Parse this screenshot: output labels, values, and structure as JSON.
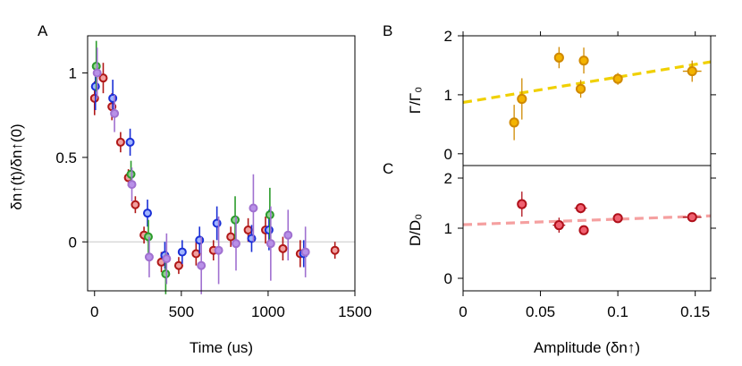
{
  "chart_data": [
    {
      "panel": "A",
      "type": "scatter",
      "xlabel": "Time (us)",
      "ylabel": "δn↑(t)/δn↑(0)",
      "xlim": [
        -40,
        1500
      ],
      "ylim": [
        -0.29,
        1.22
      ],
      "xticks": [
        0,
        500,
        1000,
        1500
      ],
      "xtick_labels": [
        "0",
        "500",
        "1000",
        "1500"
      ],
      "yticks": [
        0,
        0.5,
        1
      ],
      "ytick_labels": [
        "0",
        "0.5",
        "1"
      ],
      "reference_line": 0,
      "series": [
        {
          "color": "#b01818",
          "points": [
            {
              "x": 0,
              "y": 0.85,
              "err": 0.1
            },
            {
              "x": 50,
              "y": 0.97,
              "err": 0.09
            },
            {
              "x": 100,
              "y": 0.8,
              "err": 0.08
            },
            {
              "x": 150,
              "y": 0.59,
              "err": 0.06
            },
            {
              "x": 195,
              "y": 0.38,
              "err": 0.05
            },
            {
              "x": 235,
              "y": 0.22,
              "err": 0.05
            },
            {
              "x": 285,
              "y": 0.04,
              "err": 0.05
            },
            {
              "x": 385,
              "y": -0.12,
              "err": 0.06
            },
            {
              "x": 485,
              "y": -0.14,
              "err": 0.05
            },
            {
              "x": 585,
              "y": -0.07,
              "err": 0.07
            },
            {
              "x": 685,
              "y": -0.05,
              "err": 0.06
            },
            {
              "x": 785,
              "y": 0.03,
              "err": 0.06
            },
            {
              "x": 885,
              "y": 0.07,
              "err": 0.07
            },
            {
              "x": 985,
              "y": 0.07,
              "err": 0.08
            },
            {
              "x": 1085,
              "y": -0.04,
              "err": 0.07
            },
            {
              "x": 1185,
              "y": -0.07,
              "err": 0.08
            },
            {
              "x": 1385,
              "y": -0.05,
              "err": 0.05
            }
          ]
        },
        {
          "color": "#1a2fd6",
          "points": [
            {
              "x": 5,
              "y": 0.92,
              "err": 0.14
            },
            {
              "x": 105,
              "y": 0.85,
              "err": 0.11
            },
            {
              "x": 205,
              "y": 0.59,
              "err": 0.08
            },
            {
              "x": 305,
              "y": 0.17,
              "err": 0.08
            },
            {
              "x": 405,
              "y": -0.08,
              "err": 0.08
            },
            {
              "x": 505,
              "y": -0.06,
              "err": 0.07
            },
            {
              "x": 605,
              "y": 0.01,
              "err": 0.08
            },
            {
              "x": 705,
              "y": 0.11,
              "err": 0.1
            },
            {
              "x": 905,
              "y": 0.02,
              "err": 0.08
            },
            {
              "x": 1005,
              "y": 0.07,
              "err": 0.12
            },
            {
              "x": 1205,
              "y": -0.07,
              "err": 0.08
            }
          ]
        },
        {
          "color": "#2a9b2a",
          "points": [
            {
              "x": 10,
              "y": 1.04,
              "err": 0.15
            },
            {
              "x": 210,
              "y": 0.4,
              "err": 0.08
            },
            {
              "x": 310,
              "y": 0.03,
              "err": 0.1
            },
            {
              "x": 410,
              "y": -0.19,
              "err": 0.12
            },
            {
              "x": 810,
              "y": 0.13,
              "err": 0.14
            },
            {
              "x": 1010,
              "y": 0.16,
              "err": 0.16
            }
          ]
        },
        {
          "color": "#a070d0",
          "points": [
            {
              "x": 15,
              "y": 1.0,
              "err": 0.15
            },
            {
              "x": 115,
              "y": 0.76,
              "err": 0.11
            },
            {
              "x": 215,
              "y": 0.34,
              "err": 0.1
            },
            {
              "x": 315,
              "y": -0.09,
              "err": 0.12
            },
            {
              "x": 415,
              "y": -0.1,
              "err": 0.15
            },
            {
              "x": 615,
              "y": -0.14,
              "err": 0.17
            },
            {
              "x": 715,
              "y": -0.05,
              "err": 0.2
            },
            {
              "x": 815,
              "y": -0.01,
              "err": 0.16
            },
            {
              "x": 915,
              "y": 0.2,
              "err": 0.2
            },
            {
              "x": 1015,
              "y": -0.01,
              "err": 0.22
            },
            {
              "x": 1115,
              "y": 0.04,
              "err": 0.15
            },
            {
              "x": 1215,
              "y": -0.06,
              "err": 0.15
            }
          ]
        }
      ]
    },
    {
      "panel": "B",
      "type": "scatter",
      "xlabel": "",
      "ylabel": "Γ/Γ₀",
      "xlim": [
        0,
        0.16
      ],
      "ylim": [
        -0.2,
        2.0
      ],
      "yticks": [
        0,
        1,
        2
      ],
      "ytick_labels": [
        "0",
        "1",
        "2"
      ],
      "point_color": "#f4b400",
      "edge_color": "#d08a00",
      "points": [
        {
          "x": 0.033,
          "y": 0.53,
          "xerr": 0.003,
          "yerr": 0.3
        },
        {
          "x": 0.038,
          "y": 0.93,
          "xerr": 0.003,
          "yerr": 0.35
        },
        {
          "x": 0.062,
          "y": 1.63,
          "xerr": 0.003,
          "yerr": 0.18
        },
        {
          "x": 0.076,
          "y": 1.1,
          "xerr": 0.003,
          "yerr": 0.15
        },
        {
          "x": 0.078,
          "y": 1.58,
          "xerr": 0.003,
          "yerr": 0.22
        },
        {
          "x": 0.1,
          "y": 1.27,
          "xerr": 0.003,
          "yerr": 0.1
        },
        {
          "x": 0.148,
          "y": 1.4,
          "xerr": 0.006,
          "yerr": 0.18
        }
      ],
      "fit": {
        "intercept": 0.87,
        "slope": 4.3,
        "color": "#f0d000",
        "style": "dashed"
      }
    },
    {
      "panel": "C",
      "type": "scatter",
      "xlabel": "Amplitude (δn↑)",
      "ylabel": "D/D₀",
      "xlim": [
        0,
        0.16
      ],
      "ylim": [
        -0.25,
        2.25
      ],
      "yticks": [
        0,
        1,
        2
      ],
      "ytick_labels": [
        "0",
        "1",
        "2"
      ],
      "xticks": [
        0,
        0.05,
        0.1,
        0.15
      ],
      "xtick_labels": [
        "0",
        "0.05",
        "0.1",
        "0.15"
      ],
      "point_color": "#f06070",
      "edge_color": "#b0101a",
      "points": [
        {
          "x": 0.038,
          "y": 1.48,
          "xerr": 0.003,
          "yerr": 0.25
        },
        {
          "x": 0.062,
          "y": 1.06,
          "xerr": 0.004,
          "yerr": 0.15
        },
        {
          "x": 0.076,
          "y": 1.4,
          "xerr": 0.004,
          "yerr": 0.1
        },
        {
          "x": 0.078,
          "y": 0.96,
          "xerr": 0.003,
          "yerr": 0.08
        },
        {
          "x": 0.1,
          "y": 1.2,
          "xerr": 0.003,
          "yerr": 0.06
        },
        {
          "x": 0.148,
          "y": 1.22,
          "xerr": 0.006,
          "yerr": 0.06
        }
      ],
      "fit": {
        "intercept": 1.07,
        "slope": 1.1,
        "color": "#f5a0a0",
        "style": "dashed"
      }
    }
  ],
  "panel_labels": {
    "a": "A",
    "b": "B",
    "c": "C"
  }
}
